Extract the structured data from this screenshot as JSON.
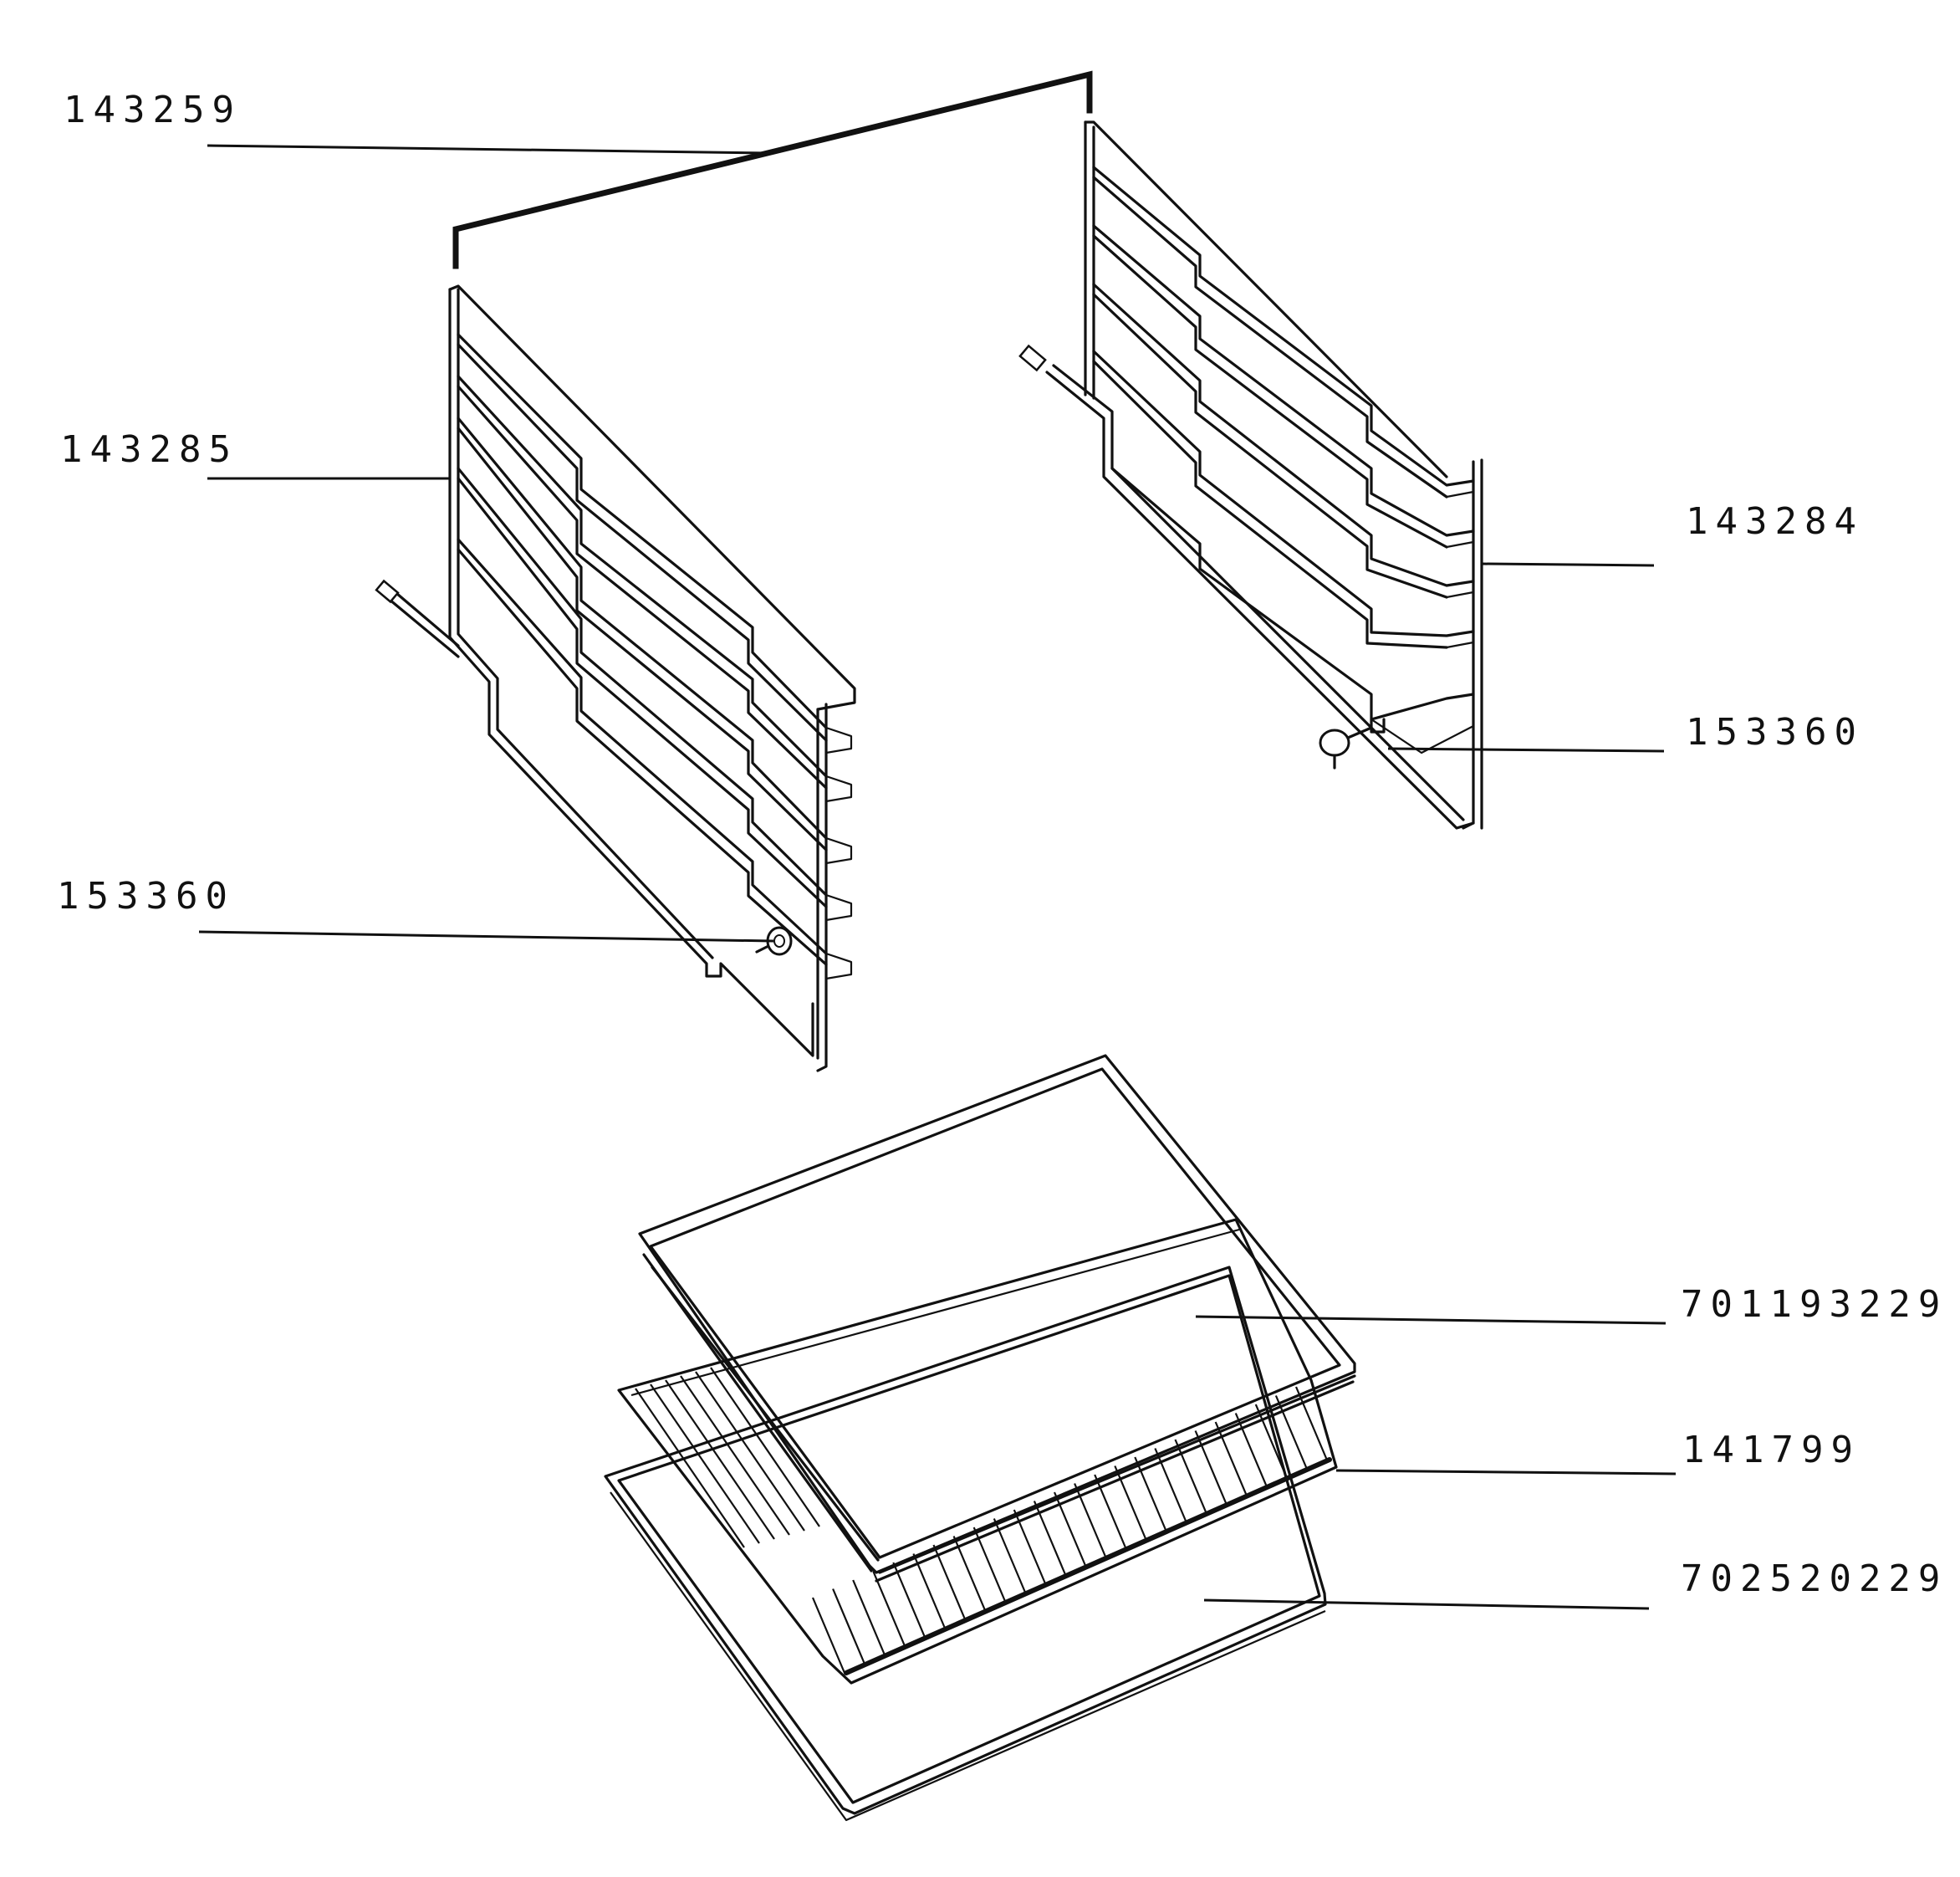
{
  "labels": {
    "top_bar": "143259",
    "left_rack": "143285",
    "right_rack": "143284",
    "left_pin": "153360",
    "right_pin": "153360",
    "glass_shelf": "701193229",
    "wire_grid": "141799",
    "bottom_tray": "702520229"
  },
  "colors": {
    "line": "#111111",
    "background": "#ffffff"
  }
}
